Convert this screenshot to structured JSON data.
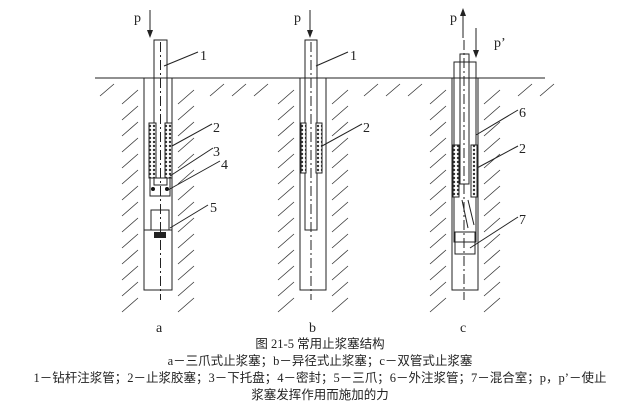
{
  "figure": {
    "panels": [
      {
        "id": "a",
        "label": "a",
        "force": "p",
        "parts": [
          "1",
          "2",
          "3",
          "4",
          "5"
        ]
      },
      {
        "id": "b",
        "label": "b",
        "force": "p",
        "parts": [
          "1",
          "2"
        ]
      },
      {
        "id": "c",
        "label": "c",
        "force": "p",
        "force2": "p’",
        "parts": [
          "6",
          "2",
          "7"
        ]
      }
    ],
    "caption_title": "图 21-5  常用止浆塞结构",
    "caption_types": "a－三爪式止浆塞；b－异径式止浆塞；c－双管式止浆塞",
    "caption_legend_1": "1－钻杆注浆管；2－止浆胶塞；3－下托盘；4－密封；5－三爪；6－外注浆管；7－混合室；p，p’－使止",
    "caption_legend_2": "浆塞发挥作用而施加的力"
  }
}
